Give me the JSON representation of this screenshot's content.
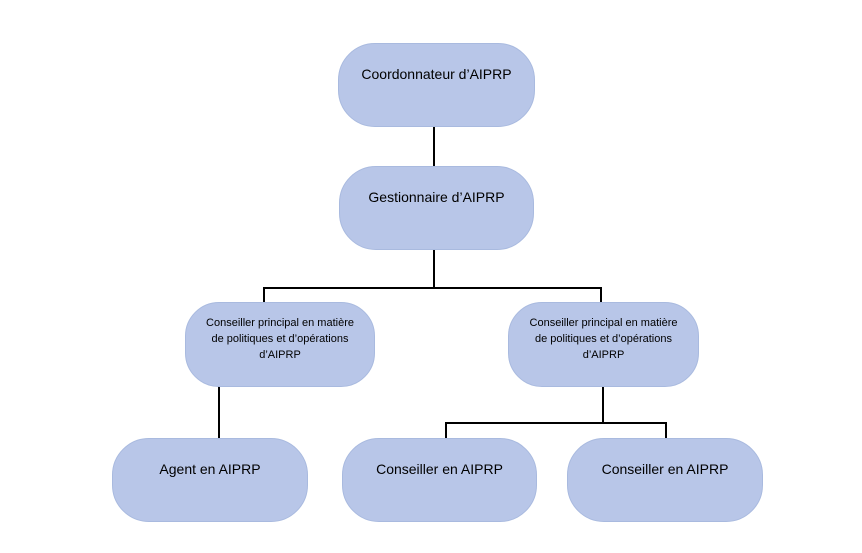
{
  "diagram": {
    "type": "org-chart",
    "language": "fr",
    "colors": {
      "node_fill": "#b8c6e8",
      "node_border": "#a9badf",
      "connector": "#000000",
      "background": "#ffffff",
      "text": "#000000"
    },
    "nodes": {
      "coordonnateur": {
        "label": "Coordonnateur d’AIPRP"
      },
      "gestionnaire": {
        "label": "Gestionnaire d’AIPRP"
      },
      "conseiller_principal_gauche": {
        "label": "Conseiller principal en matière de politiques et d’opérations d’AIPRP",
        "lines": [
          "Conseiller principal en matière",
          "de politiques et d’opérations",
          "d’AIPRP"
        ]
      },
      "conseiller_principal_droit": {
        "label": "Conseiller principal en matière de politiques et d’opérations d’AIPRP",
        "lines": [
          "Conseiller principal en matière",
          "de politiques et d’opérations",
          "d’AIPRP"
        ]
      },
      "agent": {
        "label": "Agent en AIPRP"
      },
      "conseiller_1": {
        "label": "Conseiller en AIPRP"
      },
      "conseiller_2": {
        "label": "Conseiller en AIPRP"
      }
    },
    "edges": [
      {
        "from": "coordonnateur",
        "to": "gestionnaire"
      },
      {
        "from": "gestionnaire",
        "to": "conseiller_principal_gauche"
      },
      {
        "from": "gestionnaire",
        "to": "conseiller_principal_droit"
      },
      {
        "from": "conseiller_principal_gauche",
        "to": "agent"
      },
      {
        "from": "conseiller_principal_droit",
        "to": "conseiller_1"
      },
      {
        "from": "conseiller_principal_droit",
        "to": "conseiller_2"
      }
    ]
  }
}
